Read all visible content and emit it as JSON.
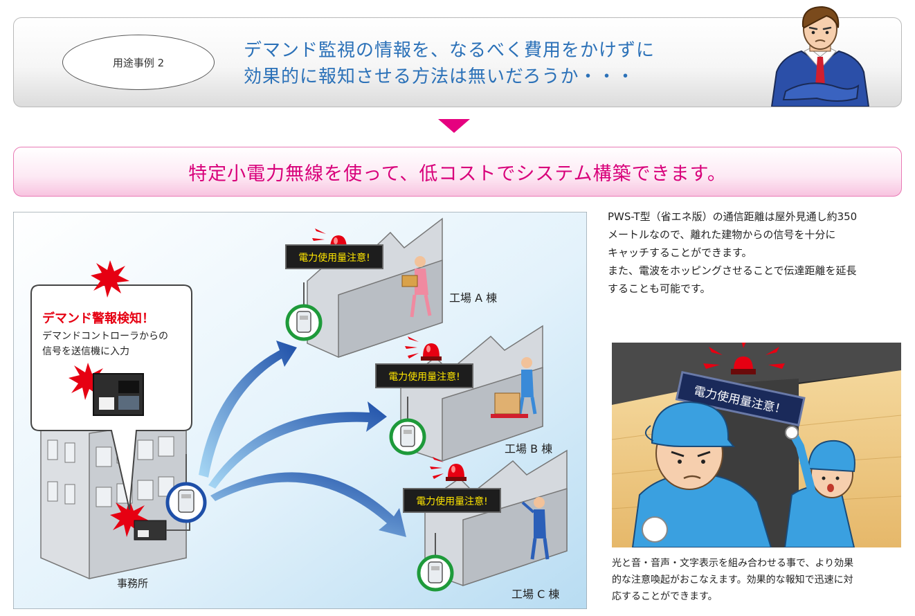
{
  "banner": {
    "case_label": "用途事例 2",
    "question_line1": "デマンド監視の情報を、なるべく費用をかけずに",
    "question_line2": "効果的に報知させる方法は無いだろうか・・・"
  },
  "answer": {
    "text": "特定小電力無線を使って、低コストでシステム構築できます。"
  },
  "diagram": {
    "callout_title": "デマンド警報検知！",
    "callout_line1": "デマンドコントローラからの",
    "callout_line2": "信号を送信機に入力",
    "office_label": "事務所",
    "sign_text": "電力使用量注意!",
    "factory_a": "工場 A 棟",
    "factory_b": "工場 B 棟",
    "factory_c": "工場 C 棟"
  },
  "description": {
    "line1": "PWS-T型（省エネ版）の通信距離は屋外見通し約350",
    "line2": "メートルなので、離れた建物からの信号を十分に",
    "line3": "キャッチすることができます。",
    "line4": "また、電波をホッピングさせることで伝達距離を延長",
    "line5": "することも可能です。"
  },
  "photo": {
    "sign_text": "電力使用量注意！"
  },
  "caption": {
    "line1": "光と音・音声・文字表示を組み合わせる事で、より効果",
    "line2": "的な注意喚起がおこなえます。効果的な報知で迅速に対",
    "line3": "応することができます。"
  },
  "colors": {
    "accent_blue": "#2b71b8",
    "accent_pink": "#e5007f",
    "alert_red": "#e60012"
  }
}
